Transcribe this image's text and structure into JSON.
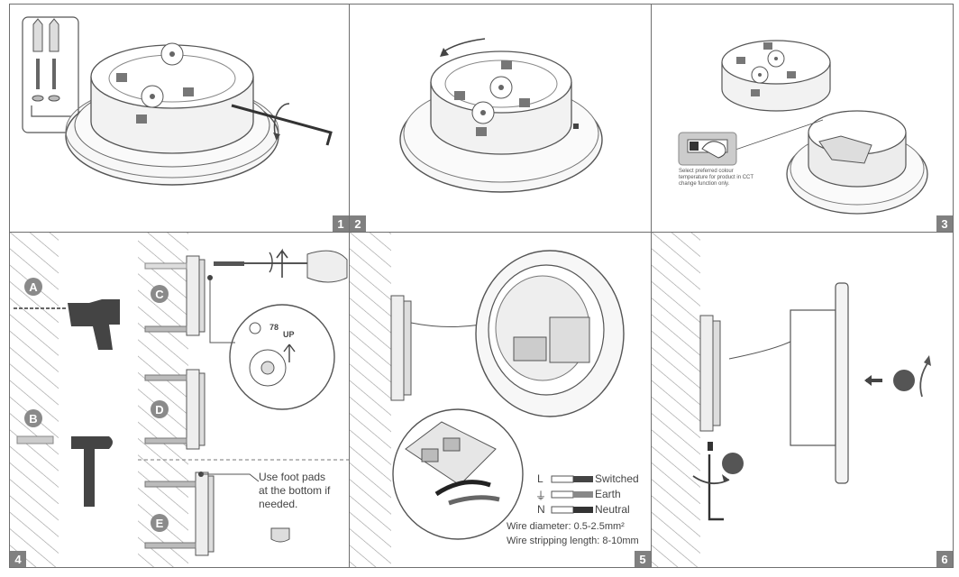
{
  "steps": {
    "s1": "1",
    "s2": "2",
    "s3": "3",
    "s4": "4",
    "s5": "5",
    "s6": "6"
  },
  "step4_letters": {
    "a": "A",
    "b": "B",
    "c": "C",
    "d": "D",
    "e": "E"
  },
  "step3_callout": "Select preferred colour temperature for product in CCT change function only.",
  "step4_mount_marks": {
    "number": "78",
    "up": "UP"
  },
  "step4_note": "Use foot pads at the bottom if needed.",
  "step5_wiring": {
    "rows": [
      {
        "terminal": "L",
        "label": "Switched"
      },
      {
        "terminal": "⏚",
        "label": "Earth"
      },
      {
        "terminal": "N",
        "label": "Neutral"
      }
    ],
    "diameter": "Wire diameter: 0.5-2.5mm²",
    "stripping": "Wire stripping length: 8-10mm"
  },
  "colors": {
    "line": "#444444",
    "badge": "#808080",
    "hatch": "#9a9a9a",
    "panel_border": "#6f6f6f"
  }
}
